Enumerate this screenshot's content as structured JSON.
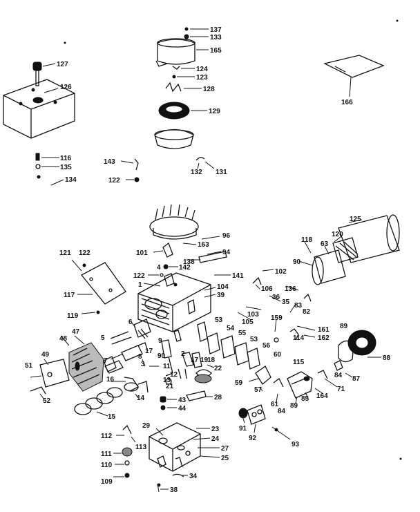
{
  "labels": {
    "l137": "137",
    "l133": "133",
    "l165": "165",
    "l124": "124",
    "l123": "123",
    "l128": "128",
    "l129": "129",
    "l132": "132",
    "l131": "131",
    "l143": "143",
    "l122a": "122",
    "l127": "127",
    "l126": "126",
    "l116": "116",
    "l135": "135",
    "l134": "134",
    "l166": "166",
    "l125": "125",
    "l120": "120",
    "l118": "118",
    "l63": "63",
    "l90": "90",
    "l96": "96",
    "l163": "163",
    "l101": "101",
    "l94": "94",
    "l138": "138",
    "l142": "142",
    "l4": "4",
    "l122b": "122",
    "l141": "141",
    "l1": "1",
    "l104": "104",
    "l39": "39",
    "l121": "121",
    "l122c": "122",
    "l117": "117",
    "l119": "119",
    "l102": "102",
    "l106": "106",
    "l136": "136",
    "l36": "36",
    "l35": "35",
    "l103": "103",
    "l105": "105",
    "l159": "159",
    "l83": "83",
    "l82": "82",
    "l161": "161",
    "l162": "162",
    "l89a": "89",
    "l88": "88",
    "l47": "47",
    "l48": "48",
    "l6": "6",
    "l5": "5",
    "l9": "9",
    "l17": "17",
    "l8": "8",
    "l7": "7",
    "l3": "3",
    "l90b": "90",
    "l53a": "53",
    "l54": "54",
    "l55": "55",
    "l53b": "53",
    "l56": "56",
    "l60": "60",
    "l114": "114",
    "l115": "115",
    "l84a": "84",
    "l87": "87",
    "l49": "49",
    "l51": "51",
    "l52": "52",
    "l16": "16",
    "l14": "14",
    "l15": "15",
    "l11": "11",
    "l12": "12",
    "l13": "13",
    "l2": "2",
    "l18": "18",
    "l19": "19",
    "l17b": "17",
    "l21": "21",
    "l22": "22",
    "l59": "59",
    "l57": "57",
    "l61": "61",
    "l84b": "84",
    "l89b": "89",
    "l85": "85",
    "l164": "164",
    "l71": "71",
    "l43": "43",
    "l44": "44",
    "l28": "28",
    "l91": "91",
    "l92": "92",
    "l93": "93",
    "l112": "112",
    "l113": "113",
    "l111": "111",
    "l110": "110",
    "l109": "109",
    "l29": "29",
    "l23": "23",
    "l24": "24",
    "l27": "27",
    "l25": "25",
    "l34": "34",
    "l38": "38"
  }
}
